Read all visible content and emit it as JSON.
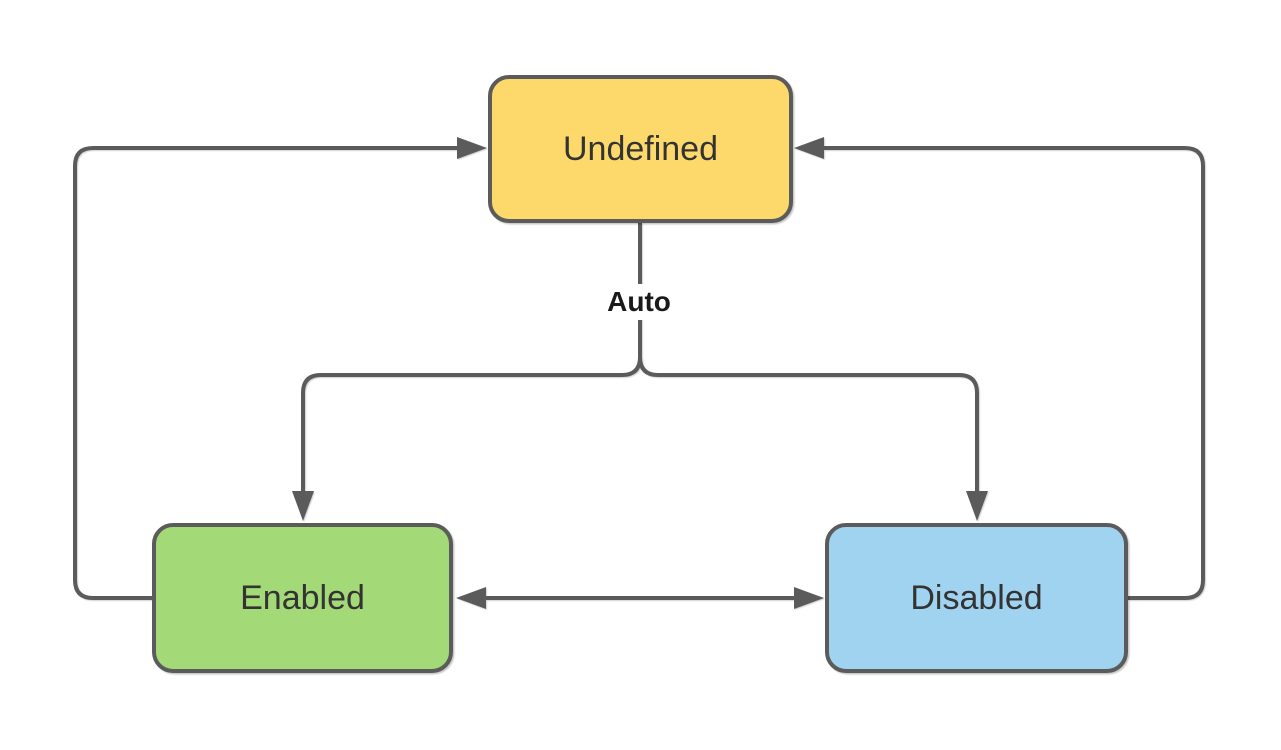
{
  "diagram": {
    "type": "state-diagram",
    "background": "#ffffff",
    "theme": {
      "line_color": "#5b5b5b",
      "node_border_color": "#5b5b5b",
      "node_text_color": "#333333",
      "edge_label_color": "#1a1a1a"
    },
    "nodes": [
      {
        "id": "undefined",
        "label": "Undefined",
        "fill": "#fdd96b",
        "position": "top-center"
      },
      {
        "id": "enabled",
        "label": "Enabled",
        "fill": "#a3d977",
        "position": "bottom-left"
      },
      {
        "id": "disabled",
        "label": "Disabled",
        "fill": "#9fd3f0",
        "position": "bottom-right"
      }
    ],
    "edges": [
      {
        "id": "enabled-to-undefined",
        "from": "enabled",
        "to": "undefined",
        "label": "",
        "direction": "one-way"
      },
      {
        "id": "disabled-to-undefined",
        "from": "disabled",
        "to": "undefined",
        "label": "",
        "direction": "one-way"
      },
      {
        "id": "undefined-auto-branch",
        "from": "undefined",
        "to": "enabled, disabled",
        "label": "Auto",
        "direction": "one-way-branching"
      },
      {
        "id": "enabled-disabled",
        "from": "enabled",
        "to": "disabled",
        "label": "",
        "direction": "bidirectional"
      }
    ]
  }
}
